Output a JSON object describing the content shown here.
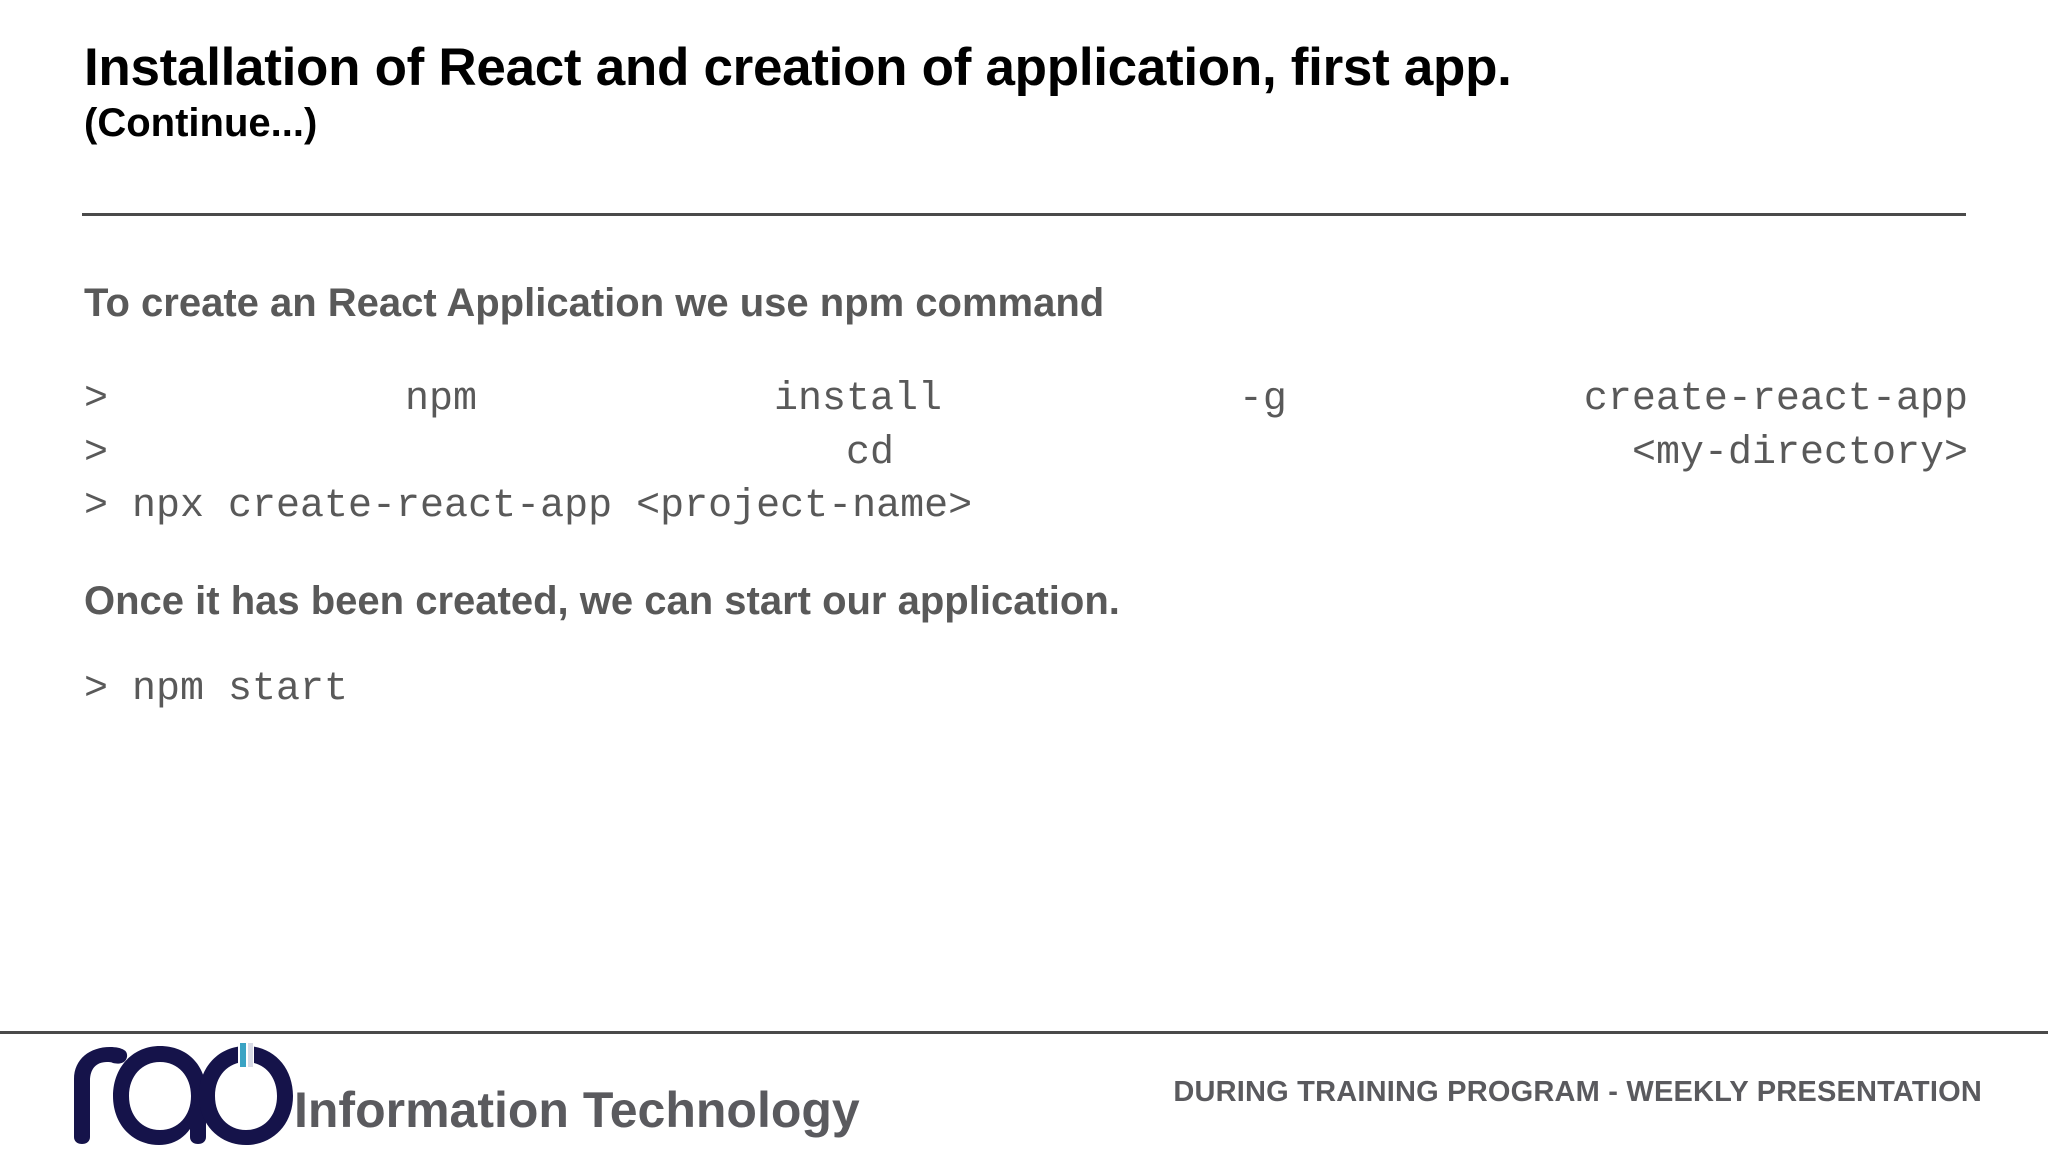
{
  "slide": {
    "title": "Installation of React and creation of application, first app.",
    "subtitle": "(Continue...)",
    "intro_paragraph": "To create an React Application we use npm command",
    "commands_group_1": [
      {
        "full": "> npm install -g create-react-app",
        "tokens": [
          ">",
          "npm",
          "install",
          "-g",
          "create-react-app"
        ],
        "justified": true
      },
      {
        "full": "> cd <my-directory>",
        "tokens": [
          ">",
          "cd",
          "<my-directory>"
        ],
        "justified": true
      },
      {
        "full": "> npx create-react-app <project-name>",
        "tokens": [
          ">",
          "npx",
          "create-react-app",
          "<project-name>"
        ],
        "justified": false
      }
    ],
    "second_paragraph": "Once it has been created, we can start our application.",
    "commands_group_2": [
      {
        "full": "> npm start",
        "tokens": [
          ">",
          "npm",
          "start"
        ],
        "justified": false
      }
    ]
  },
  "footer": {
    "brand_name": "Information Technology",
    "logo_text": "rao",
    "note": "DURING TRAINING PROGRAM - WEEKLY PRESENTATION"
  },
  "colors": {
    "title_text": "#000000",
    "body_text": "#595959",
    "rule": "#4a4a4a",
    "logo_navy": "#15134a",
    "logo_accent": "#3aa3c4",
    "footer_text": "#5a5a5e",
    "background": "#ffffff"
  }
}
